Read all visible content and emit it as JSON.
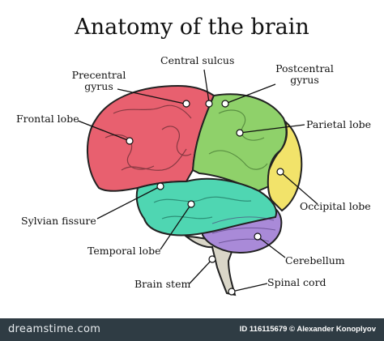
{
  "title": "Anatomy of the brain",
  "labels": {
    "central_sulcus": "Central sulcus",
    "precentral_line1": "Precentral",
    "precentral_line2": "gyrus",
    "postcentral_line1": "Postcentral",
    "postcentral_line2": "gyrus",
    "frontal_lobe": "Frontal lobe",
    "parietal_lobe": "Parietal lobe",
    "occipital_lobe": "Occipital lobe",
    "sylvian_fissure": "Sylvian fissure",
    "temporal_lobe": "Temporal lobe",
    "cerebellum": "Cerebellum",
    "brain_stem": "Brain stem",
    "spinal_cord": "Spinal cord"
  },
  "colors": {
    "frontal": "#e8606f",
    "parietal": "#8fd16a",
    "occipital": "#f2e36a",
    "temporal": "#4fd6b2",
    "cerebellum": "#a98ad8",
    "stem": "#d9d6c8"
  },
  "footer": {
    "logo": "dreamstime.com",
    "id_text": "ID 116115679 © Alexander Konoplyov"
  }
}
